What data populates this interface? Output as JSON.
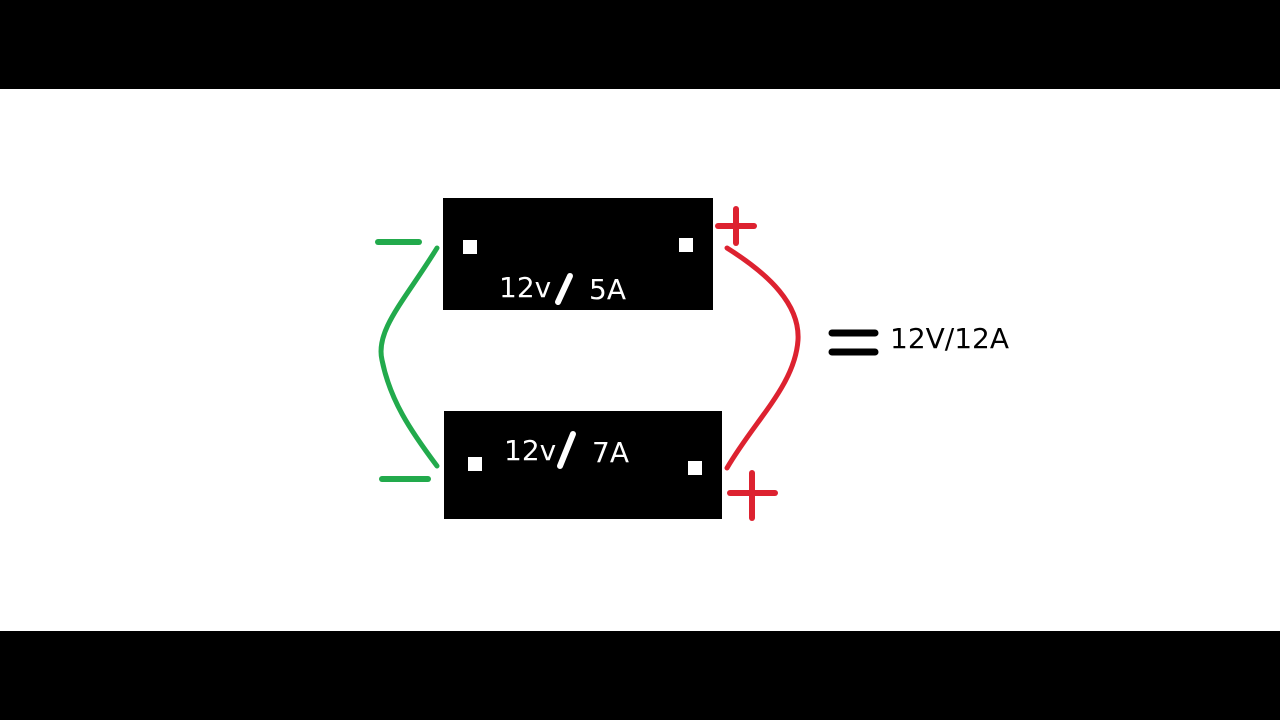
{
  "batteries": [
    {
      "voltage": "12v",
      "current": "5A"
    },
    {
      "voltage": "12v",
      "current": "7A"
    }
  ],
  "result": {
    "label": "12V/12A"
  },
  "colors": {
    "negative": "#22aa4c",
    "positive": "#dd2230",
    "battery": "#000000",
    "background": "#ffffff"
  }
}
